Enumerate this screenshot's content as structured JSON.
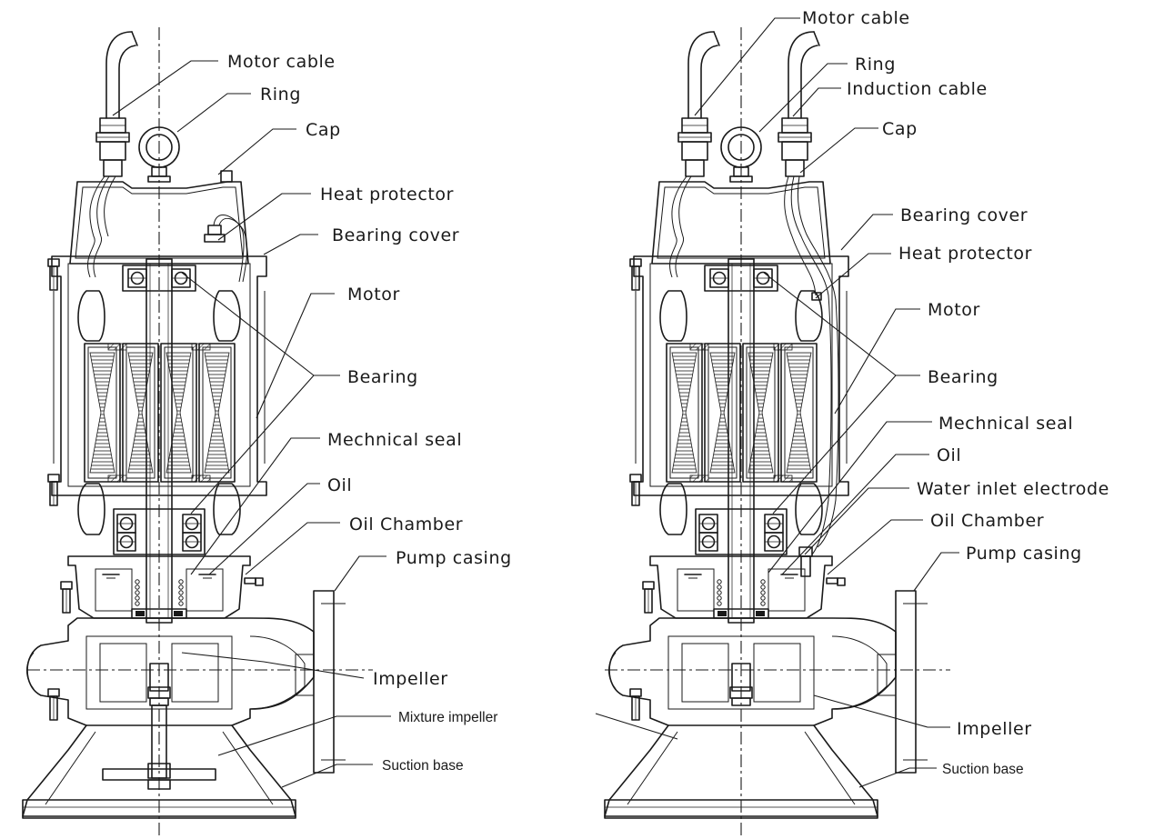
{
  "diagram": {
    "left_pump": {
      "labels": [
        {
          "key": "motor_cable",
          "text": "Motor cable"
        },
        {
          "key": "ring",
          "text": "Ring"
        },
        {
          "key": "cap",
          "text": "Cap"
        },
        {
          "key": "heat_protector",
          "text": "Heat protector"
        },
        {
          "key": "bearing_cover",
          "text": "Bearing cover"
        },
        {
          "key": "motor",
          "text": "Motor"
        },
        {
          "key": "bearing",
          "text": "Bearing"
        },
        {
          "key": "mechanical_seal",
          "text": "Mechnical seal"
        },
        {
          "key": "oil",
          "text": "Oil"
        },
        {
          "key": "oil_chamber",
          "text": "Oil Chamber"
        },
        {
          "key": "pump_casing",
          "text": "Pump casing"
        },
        {
          "key": "impeller",
          "text": "Impeller"
        },
        {
          "key": "mixture_impeller",
          "text": "Mixture impeller"
        },
        {
          "key": "suction_base",
          "text": "Suction base"
        }
      ]
    },
    "right_pump": {
      "labels": [
        {
          "key": "motor_cable",
          "text": "Motor cable"
        },
        {
          "key": "ring",
          "text": "Ring"
        },
        {
          "key": "induction_cable",
          "text": "Induction cable"
        },
        {
          "key": "cap",
          "text": "Cap"
        },
        {
          "key": "bearing_cover",
          "text": "Bearing cover"
        },
        {
          "key": "heat_protector",
          "text": "Heat protector"
        },
        {
          "key": "motor",
          "text": "Motor"
        },
        {
          "key": "bearing",
          "text": "Bearing"
        },
        {
          "key": "mechanical_seal",
          "text": "Mechnical seal"
        },
        {
          "key": "oil",
          "text": "Oil"
        },
        {
          "key": "water_inlet_electrode",
          "text": "Water inlet electrode"
        },
        {
          "key": "oil_chamber",
          "text": "Oil Chamber"
        },
        {
          "key": "pump_casing",
          "text": "Pump casing"
        },
        {
          "key": "impeller",
          "text": "Impeller"
        },
        {
          "key": "suction_base",
          "text": "Suction base"
        }
      ]
    }
  }
}
